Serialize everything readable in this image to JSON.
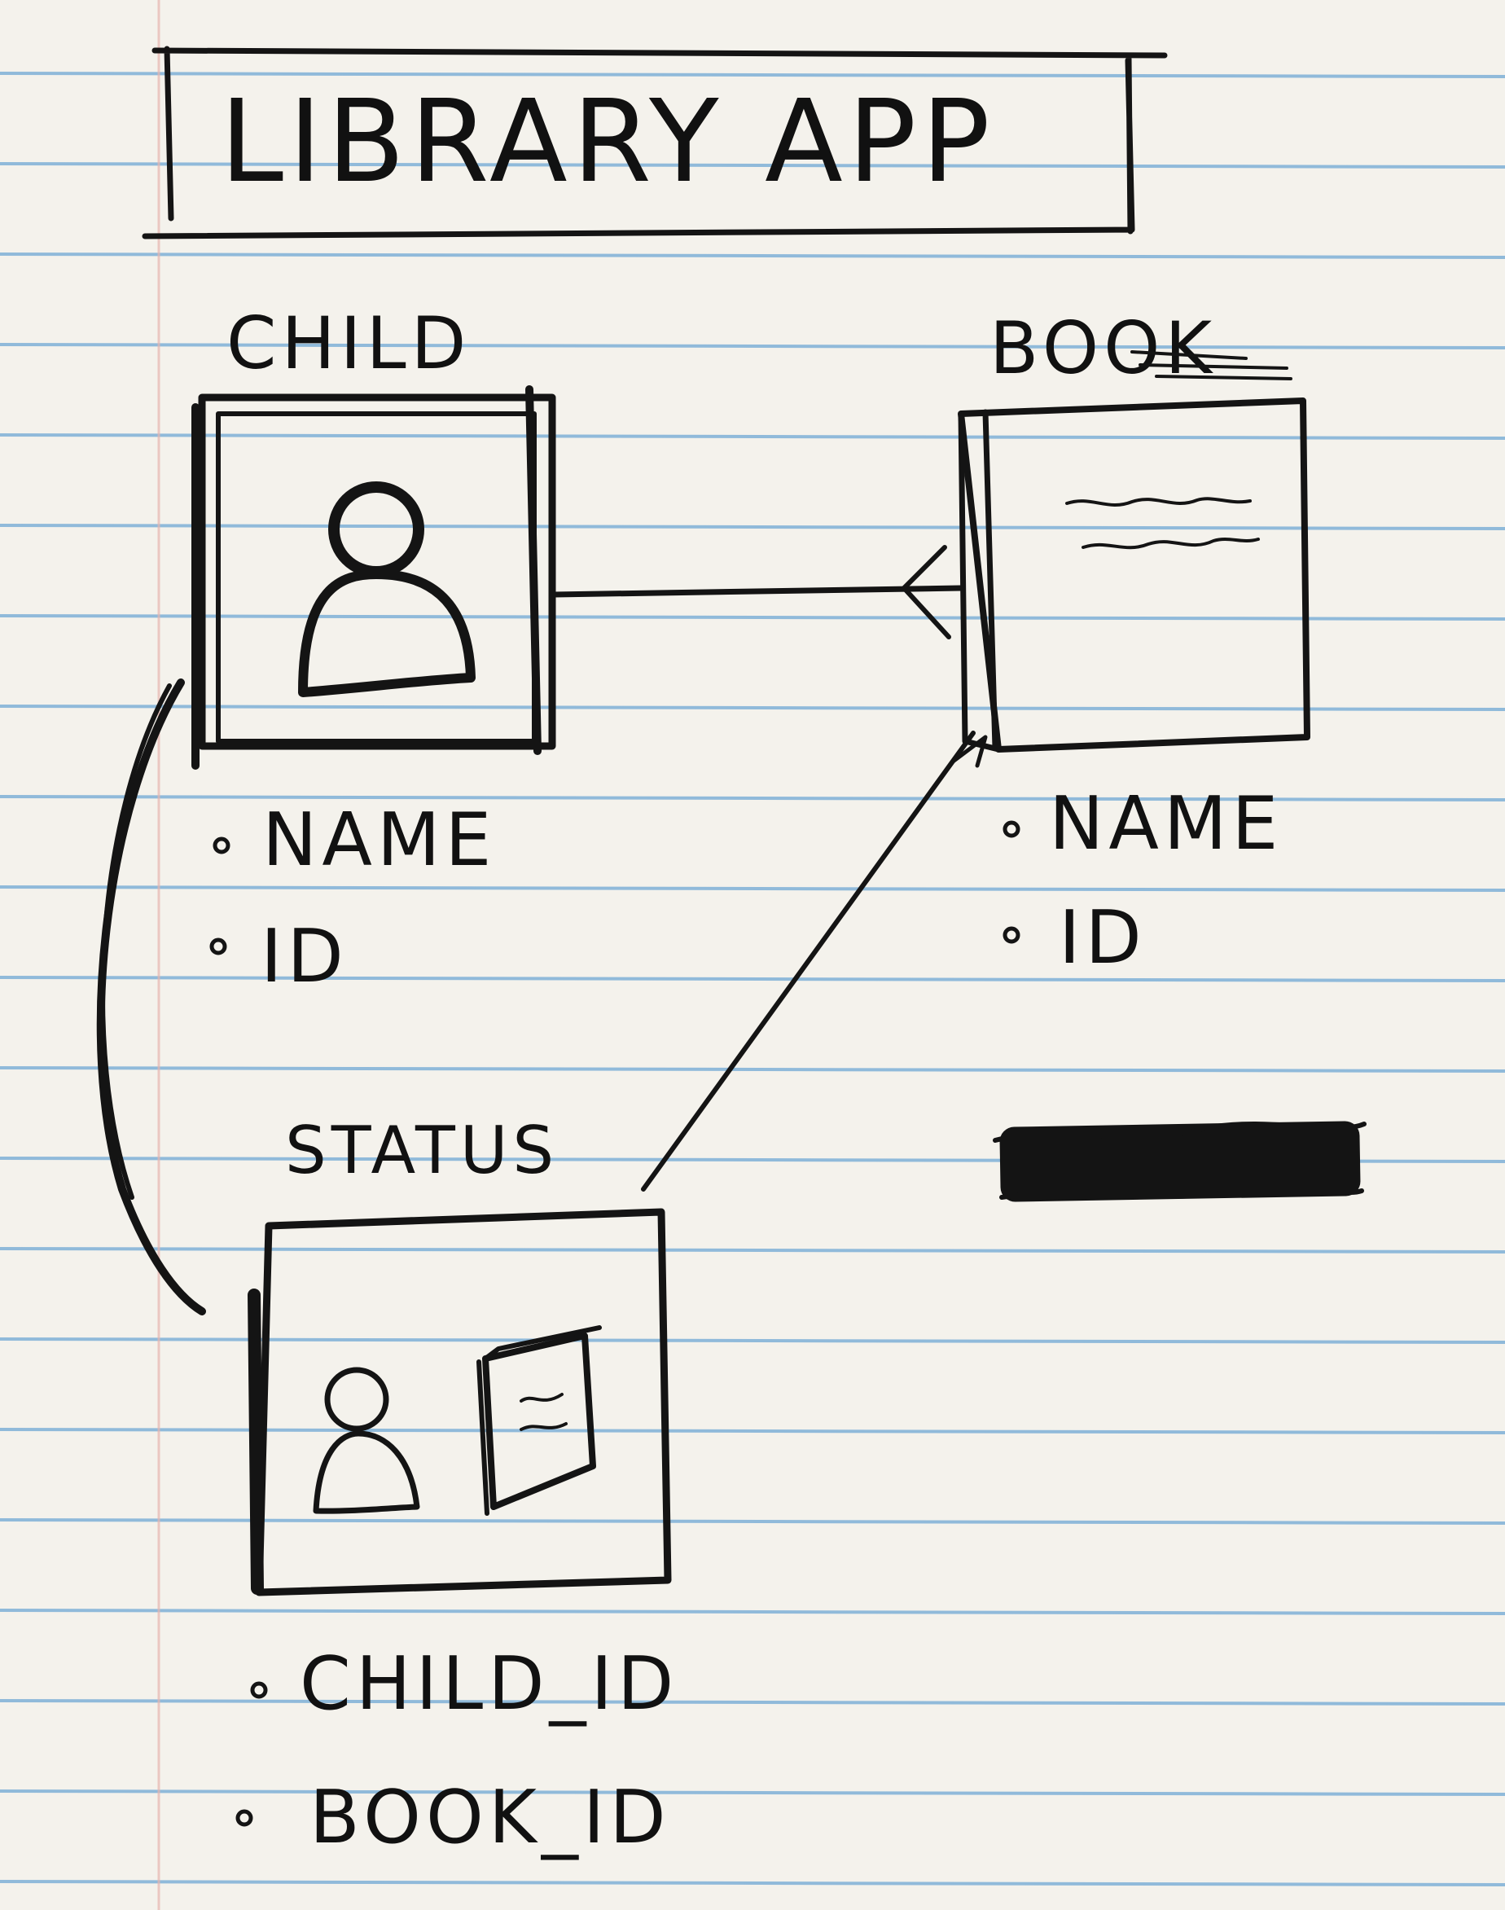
{
  "title": "LIBRARY APP",
  "entities": {
    "child": {
      "label": "CHILD",
      "fields": [
        "NAME",
        "ID"
      ]
    },
    "book": {
      "label": "BOOK",
      "fields": [
        "NAME",
        "ID"
      ]
    },
    "status": {
      "label": "STATUS",
      "fields": [
        "CHILD_ID",
        "BOOK_ID"
      ]
    }
  },
  "relationships": [
    {
      "from": "book",
      "to": "child",
      "type": "many-to-one"
    },
    {
      "from": "status",
      "to": "child",
      "type": "line"
    },
    {
      "from": "status",
      "to": "book",
      "type": "line"
    }
  ],
  "icons": {
    "child": "person-icon",
    "book": "book-icon",
    "status": [
      "person-icon",
      "book-icon"
    ],
    "scribble": "redacted-scribble"
  },
  "colors": {
    "paper": "#f4f2ec",
    "rule_lines": "#6fa8d4",
    "margin_line": "#e7b5b0",
    "ink": "#141414"
  }
}
